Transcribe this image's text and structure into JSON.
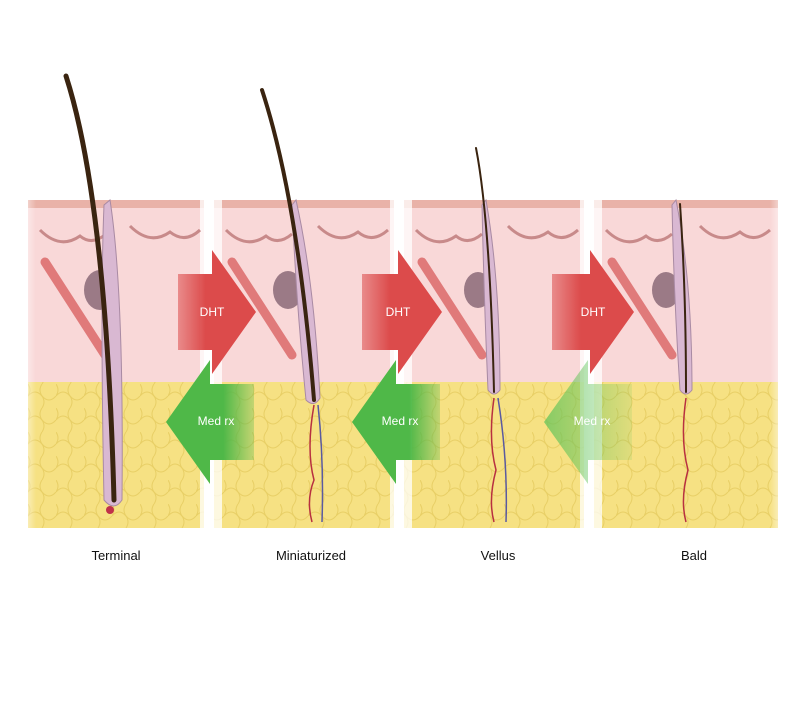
{
  "stages": [
    {
      "label": "Terminal"
    },
    {
      "label": "Miniaturized"
    },
    {
      "label": "Vellus"
    },
    {
      "label": "Bald"
    }
  ],
  "arrows": {
    "forward_label": "DHT",
    "reverse_label": "Med rx"
  },
  "colors": {
    "dermis": "#f9d8d8",
    "fat": "#f5e07a",
    "forward_arrow": "#dc4b4b",
    "reverse_arrow": "#4fb848",
    "hair": "#3a2410"
  }
}
